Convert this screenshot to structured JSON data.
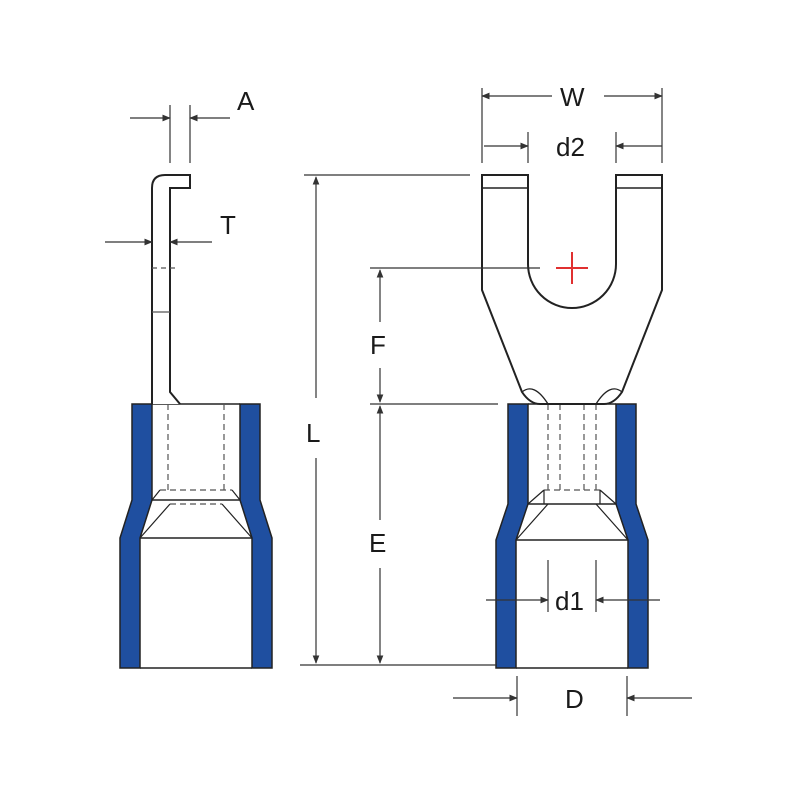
{
  "labels": {
    "A": "A",
    "T": "T",
    "L": "L",
    "W": "W",
    "d2": "d2",
    "F": "F",
    "E": "E",
    "d1": "d1",
    "D": "D"
  },
  "colors": {
    "insulation": "#1f4fa0",
    "line": "#222222",
    "dim_line": "#333333",
    "center_mark": "#e03030",
    "background": "#ffffff"
  }
}
